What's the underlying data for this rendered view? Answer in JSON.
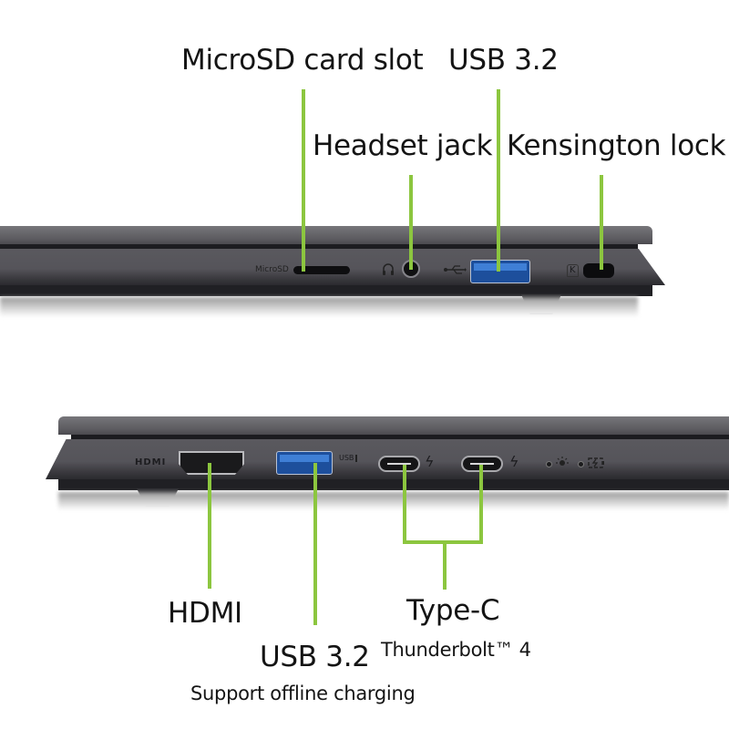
{
  "image": {
    "description": "Laptop side-port diagram, two side views with callout labels",
    "accent_line_color": "#8cc63f",
    "chassis_color": "#5a595e"
  },
  "top_view": {
    "labels": {
      "microsd": "MicroSD card slot",
      "usb32": "USB 3.2",
      "headset": "Headset jack",
      "kensington": "Kensington lock"
    },
    "engravings": {
      "microsd": "MicroSD",
      "usb_symbol": "USB symbol",
      "headset_symbol": "headset symbol",
      "kensington_symbol": "K"
    }
  },
  "bottom_view": {
    "labels": {
      "hdmi": "HDMI",
      "usb32": "USB 3.2",
      "usb32_note": "Support offline charging",
      "typec": "Type-C",
      "typec_note": "Thunderbolt™ 4"
    },
    "engravings": {
      "hdmi": "HDMI",
      "usb_charge": "USB",
      "thunderbolt_1": "ϟ",
      "thunderbolt_2": "ϟ",
      "power_led": "power light",
      "battery_led": "battery charging light"
    }
  }
}
